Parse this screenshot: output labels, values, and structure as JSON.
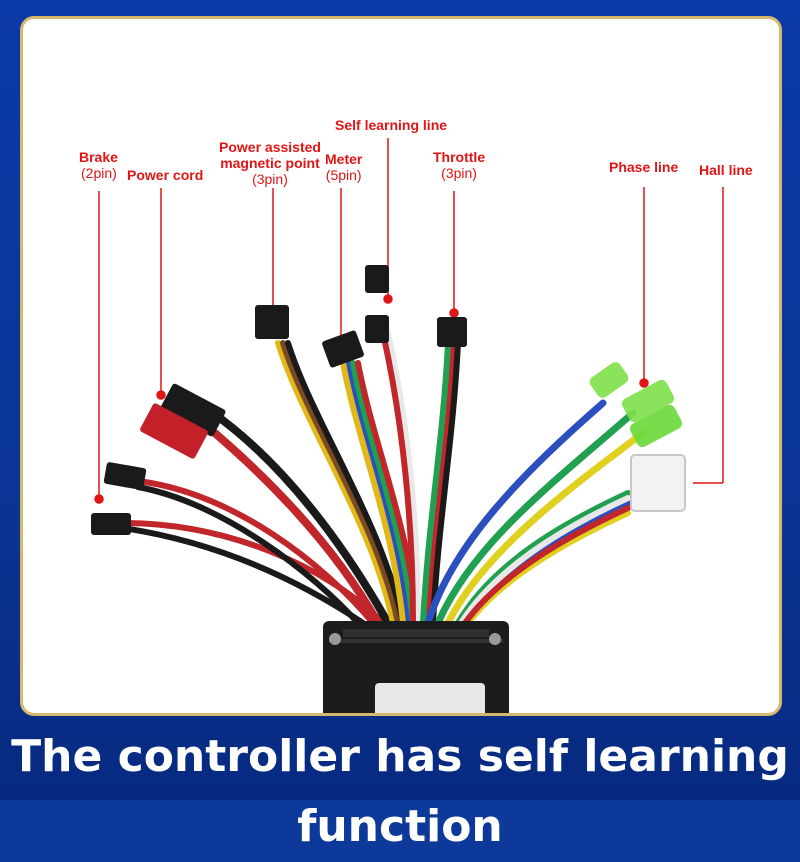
{
  "labels": {
    "brake": {
      "title": "Brake",
      "sub": "(2pin)"
    },
    "power_cord": {
      "title": "Power cord"
    },
    "power_assisted": {
      "title": "Power assisted",
      "title2": "magnetic point",
      "sub": "(3pin)"
    },
    "meter": {
      "title": "Meter",
      "sub": "(5pin)"
    },
    "self_learning": {
      "title": "Self learning line"
    },
    "throttle": {
      "title": "Throttle",
      "sub": "(3pin)"
    },
    "phase_line": {
      "title": "Phase line"
    },
    "hall_line": {
      "title": "Hall line"
    }
  },
  "caption": "The controller has self learning function",
  "colors": {
    "frame": "#0b3aa8",
    "border": "#d6b86a",
    "label": "#e01515"
  }
}
